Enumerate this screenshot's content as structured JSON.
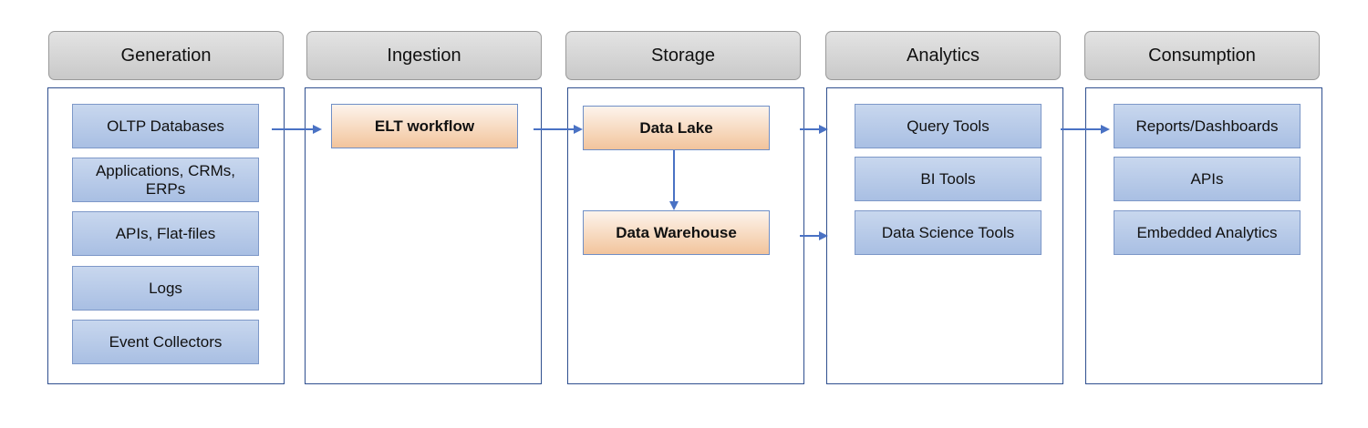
{
  "stages": [
    {
      "title": "Generation"
    },
    {
      "title": "Ingestion"
    },
    {
      "title": "Storage"
    },
    {
      "title": "Analytics"
    },
    {
      "title": "Consumption"
    }
  ],
  "nodes": {
    "oltp_databases": "OLTP Databases",
    "applications": "Applications, CRMs, ERPs",
    "apis_flat_files": "APIs, Flat-files",
    "logs": "Logs",
    "event_collectors": "Event Collectors",
    "elt_workflow": "ELT workflow",
    "data_lake": "Data Lake",
    "data_warehouse": "Data Warehouse",
    "query_tools": "Query Tools",
    "bi_tools": "BI Tools",
    "data_science_tools": "Data Science Tools",
    "reports_dashboards": "Reports/Dashboards",
    "apis": "APIs",
    "embedded_analytics": "Embedded Analytics"
  },
  "colors": {
    "panel_border": "#2f4f8f",
    "arrow": "#4a72c4",
    "node_blue": "#b4c8e8",
    "node_orange": "#f4caa4",
    "header_gray": "#d4d4d4"
  }
}
